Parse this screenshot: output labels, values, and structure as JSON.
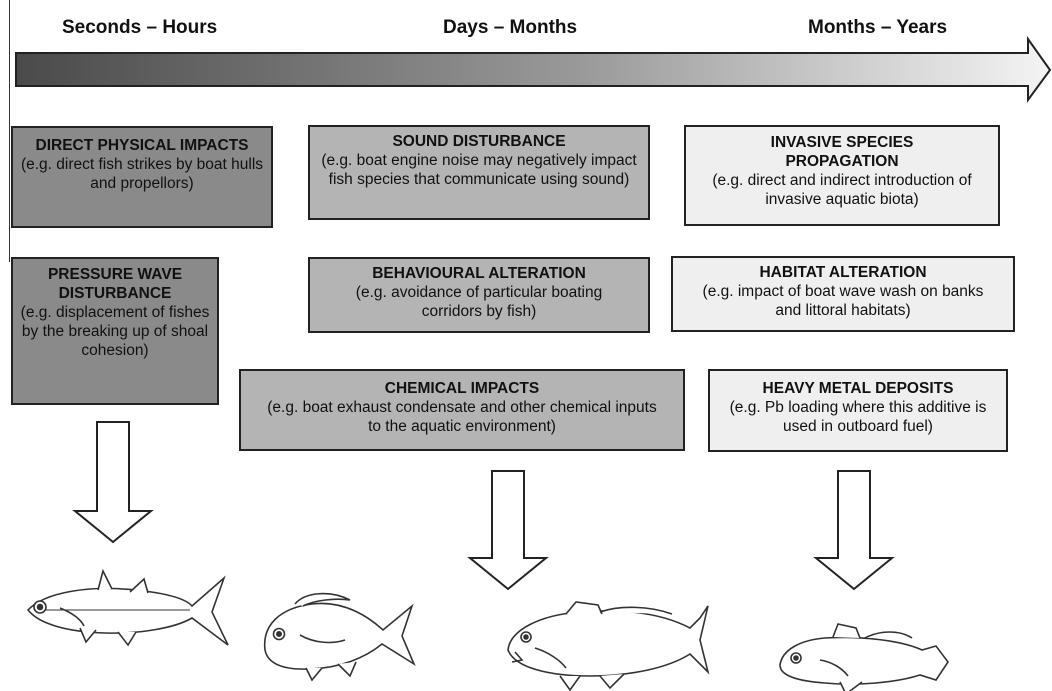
{
  "timescales": [
    "Seconds – Hours",
    "Days – Months",
    "Months – Years"
  ],
  "boxes": {
    "direct_physical": {
      "title": "DIRECT PHYSICAL IMPACTS",
      "desc": "(e.g. direct fish strikes by boat hulls  and propellors)"
    },
    "pressure_wave": {
      "title": "PRESSURE WAVE DISTURBANCE",
      "desc": "(e.g. displacement of fishes by the breaking up of shoal cohesion)"
    },
    "sound": {
      "title": "SOUND DISTURBANCE",
      "desc": "(e.g. boat engine noise may negatively impact fish species that communicate using sound)"
    },
    "behavioural": {
      "title": "BEHAVIOURAL ALTERATION",
      "desc": "(e.g. avoidance of particular boating corridors by fish)"
    },
    "chemical": {
      "title": "CHEMICAL IMPACTS",
      "desc": "(e.g. boat exhaust condensate and other chemical inputs to the aquatic environment)"
    },
    "invasive": {
      "title": "INVASIVE SPECIES PROPAGATION",
      "desc": "(e.g. direct and indirect introduction of invasive aquatic biota)"
    },
    "habitat": {
      "title": "HABITAT ALTERATION",
      "desc": "(e.g. impact of boat wave wash on banks and littoral habitats)"
    },
    "heavy_metal": {
      "title": "HEAVY METAL DEPOSITS",
      "desc": "(e.g. Pb loading where this additive is used in outboard fuel)"
    }
  },
  "colors": {
    "dark_box": "#8a8a8a",
    "mid_box": "#b4b4b4",
    "light_box": "#efefef",
    "arrow_start": "#4a4a4a",
    "arrow_end": "#f4f4f4"
  },
  "icons": [
    "timeline-gradient-arrow",
    "down-arrow",
    "fish-illustration"
  ]
}
